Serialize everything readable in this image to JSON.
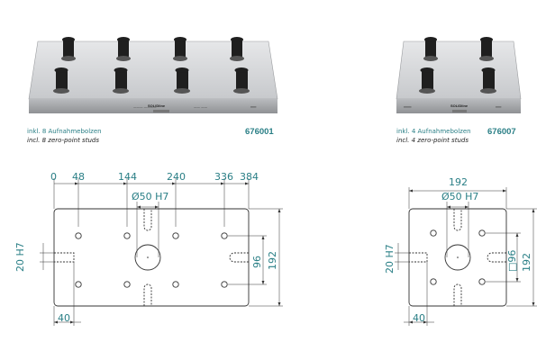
{
  "products": [
    {
      "caption_de": "inkl. 8 Aufnahmebolzen",
      "caption_en": "incl. 8 zero-point studs",
      "article_no": "676001",
      "brand_label": "SOLIDline",
      "stud_count": 8
    },
    {
      "caption_de": "inkl. 4 Aufnahmebolzen",
      "caption_en": "incl. 4 zero-point studs",
      "article_no": "676007",
      "brand_label": "SOLIDline",
      "stud_count": 4
    }
  ],
  "drawing_left": {
    "top_dims": [
      "0",
      "48",
      "144",
      "240",
      "336",
      "384"
    ],
    "bore": "Ø50 H7",
    "slot_dim": "20 H7",
    "spacing_dim": "96",
    "height_dim": "192",
    "bottom_dim": "40"
  },
  "drawing_right": {
    "width_dim": "192",
    "bore": "Ø50 H7",
    "slot_dim": "20 H7",
    "square_dim": "□96",
    "height_dim": "192",
    "bottom_dim": "40"
  },
  "colors": {
    "accent": "#2a7f86",
    "line": "#333333",
    "plate": "#d6d7d9"
  }
}
